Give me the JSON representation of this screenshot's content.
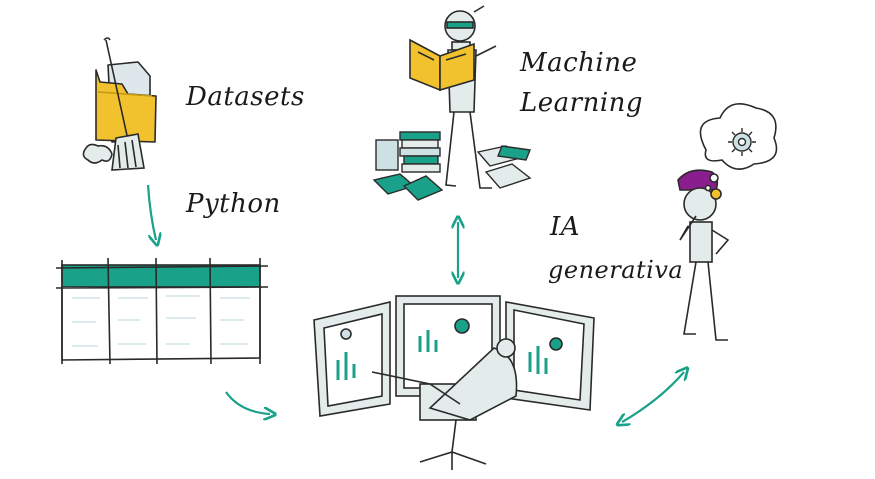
{
  "labels": {
    "datasets": "Datasets",
    "python": "Python",
    "ml_line1": "Machine",
    "ml_line2": "Learning",
    "genai_line1": "IA",
    "genai_line2": "generativa"
  },
  "colors": {
    "teal": "#1aa189",
    "folder": "#f2c12e",
    "ink": "#2a2a2a",
    "panel": "#e3ecea",
    "hair": "#8b1e8e"
  },
  "icons": [
    "folder-icon",
    "broom-icon",
    "table-icon",
    "robot-reading-icon",
    "books-icon",
    "monitors-icon",
    "chair-icon",
    "robot-thinking-icon",
    "gear-icon"
  ]
}
